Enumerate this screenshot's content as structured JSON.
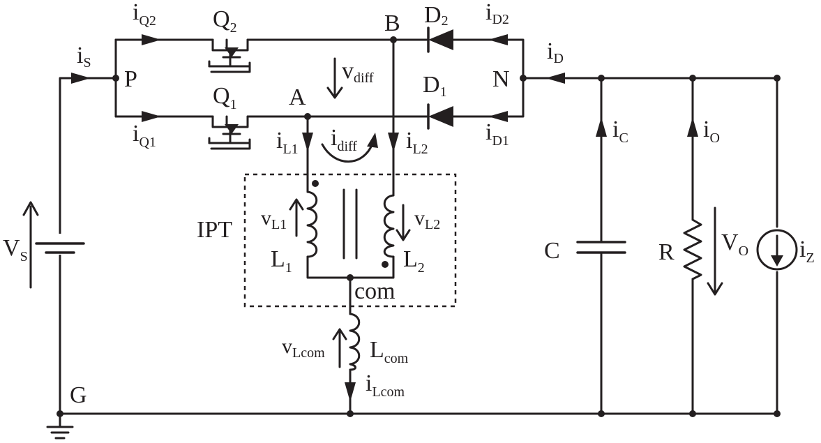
{
  "labels": {
    "is": "i",
    "is_sub": "S",
    "iq2": "i",
    "iq2_sub": "Q2",
    "iq1": "i",
    "iq1_sub": "Q1",
    "q2": "Q",
    "q2_sub": "2",
    "q1": "Q",
    "q1_sub": "1",
    "p": "P",
    "a": "A",
    "b": "B",
    "n": "N",
    "g": "G",
    "d2": "D",
    "d2_sub": "2",
    "d1": "D",
    "d1_sub": "1",
    "id2": "i",
    "id2_sub": "D2",
    "id1": "i",
    "id1_sub": "D1",
    "id": "i",
    "id_sub": "D",
    "vdiff": "v",
    "vdiff_sub": "diff",
    "idiff": "i",
    "idiff_sub": "diff",
    "il1": "i",
    "il1_sub": "L1",
    "il2": "i",
    "il2_sub": "L2",
    "ipt": "IPT",
    "vl1": "v",
    "vl1_sub": "L1",
    "vl2": "v",
    "vl2_sub": "L2",
    "l1": "L",
    "l1_sub": "1",
    "l2": "L",
    "l2_sub": "2",
    "com": "com",
    "vlcom": "v",
    "vlcom_sub": "Lcom",
    "lcom": "L",
    "lcom_sub": "com",
    "ilcom": "i",
    "ilcom_sub": "Lcom",
    "vs": "V",
    "vs_sub": "S",
    "c": "C",
    "ic": "i",
    "ic_sub": "C",
    "r": "R",
    "io": "i",
    "io_sub": "O",
    "vo": "V",
    "vo_sub": "O",
    "iz": "i",
    "iz_sub": "Z"
  }
}
